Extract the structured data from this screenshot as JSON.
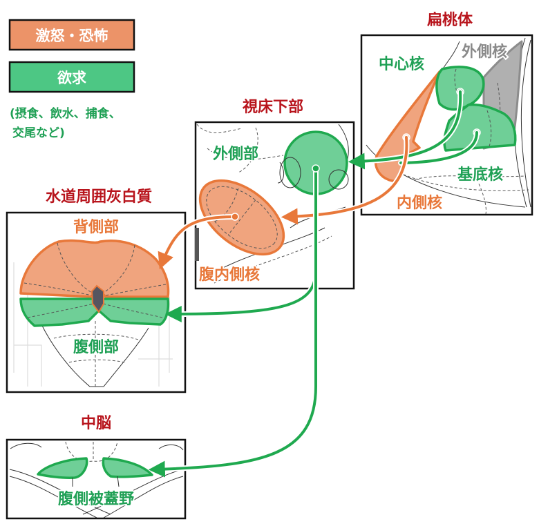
{
  "legend": {
    "anger_fear": {
      "label": "激怒・恐怖",
      "color": "#ec9368"
    },
    "desire": {
      "label": "欲求",
      "color": "#4dc784"
    },
    "desire_note_line1": "(摂食、飲水、捕食、",
    "desire_note_line2": "交尾など)"
  },
  "colors": {
    "title_red": "#b8141c",
    "green": "#1fa94f",
    "orange": "#e8783a",
    "gray": "#8a8a8a"
  },
  "regions": {
    "amygdala": {
      "title": "扁桃体",
      "central_nucleus": "中心核",
      "lateral_nucleus": "外側核",
      "basal_nucleus": "基底核",
      "medial_nucleus": "内側核"
    },
    "hypothalamus": {
      "title": "視床下部",
      "lateral_area": "外側部",
      "ventromedial_nucleus": "腹内側核"
    },
    "pag": {
      "title": "水道周囲灰白質",
      "dorsal": "背側部",
      "ventral": "腹側部"
    },
    "midbrain": {
      "title": "中脳",
      "vta": "腹側被蓋野"
    }
  }
}
